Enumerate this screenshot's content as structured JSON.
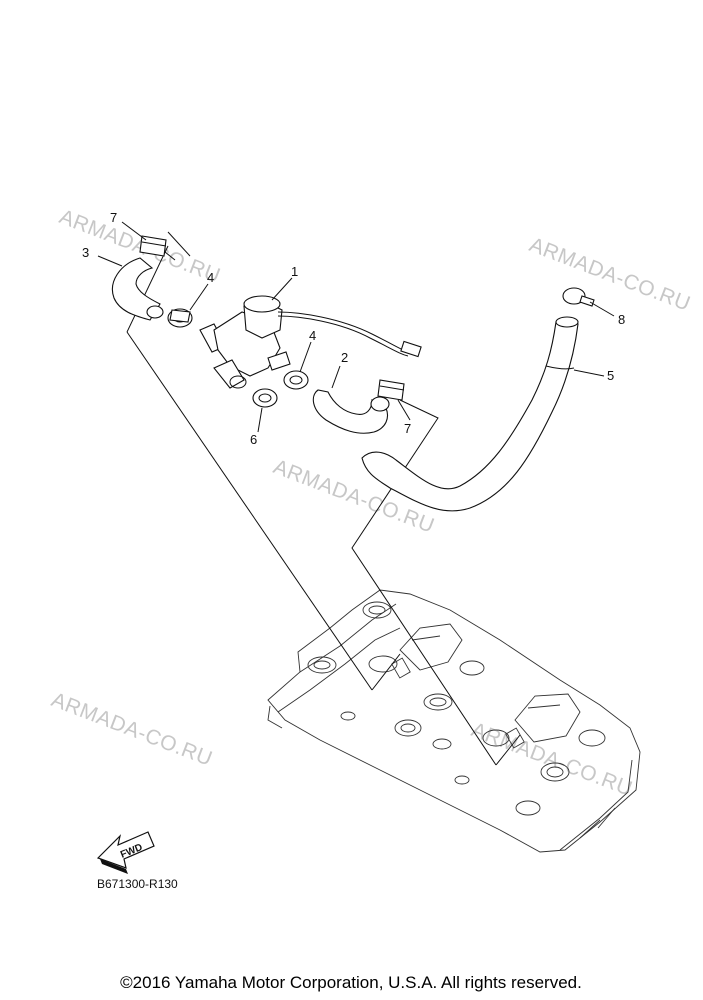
{
  "watermarks": [
    "ARMADA-CO.RU",
    "ARMADA-CO.RU",
    "ARMADA-CO.RU",
    "ARMADA-CO.RU",
    "ARMADA-CO.RU"
  ],
  "callouts": [
    "1",
    "2",
    "3",
    "4",
    "4",
    "5",
    "6",
    "7",
    "7",
    "8"
  ],
  "fwd_label": "FWD",
  "diagram_code": "B671300-R130",
  "copyright": "©2016 Yamaha Motor Corporation, U.S.A. All rights reserved."
}
